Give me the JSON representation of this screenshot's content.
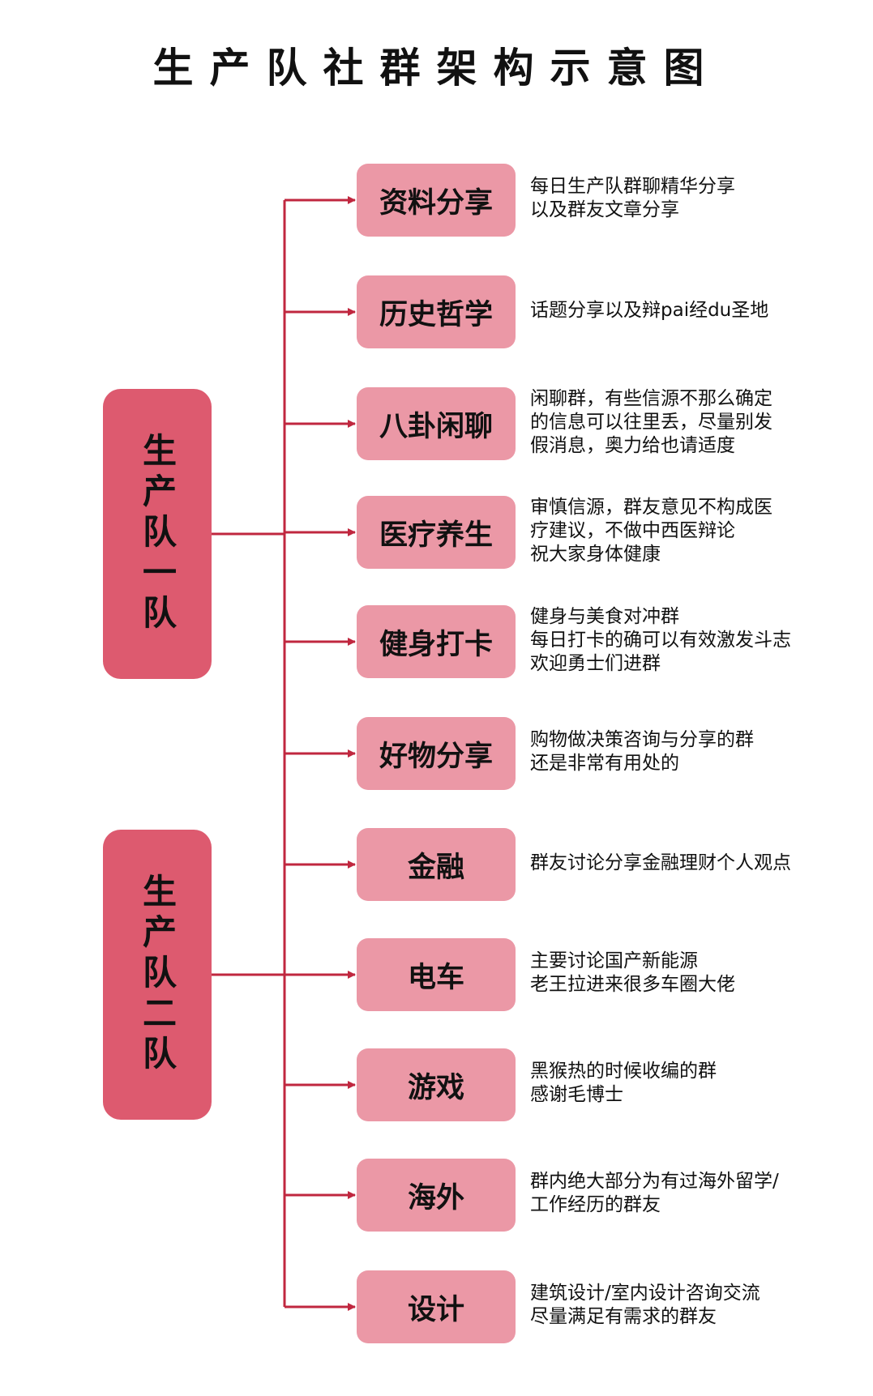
{
  "title": "生产队社群架构示意图",
  "colors": {
    "line": "#c0273f",
    "team_fill": "#dd5a6f",
    "category_fill": "#eb98a6"
  },
  "teams": [
    {
      "label": "生产队一队"
    },
    {
      "label": "生产队二队"
    }
  ],
  "categories": [
    {
      "label": "资料分享",
      "lines": [
        "每日生产队群聊精华分享",
        "以及群友文章分享"
      ]
    },
    {
      "label": "历史哲学",
      "lines": [
        "话题分享以及辩pai经du圣地"
      ]
    },
    {
      "label": "八卦闲聊",
      "lines": [
        "闲聊群，有些信源不那么确定",
        "的信息可以往里丢，尽量别发",
        "假消息，奥力给也请适度"
      ]
    },
    {
      "label": "医疗养生",
      "lines": [
        "审慎信源，群友意见不构成医",
        "疗建议，不做中西医辩论",
        "祝大家身体健康"
      ]
    },
    {
      "label": "健身打卡",
      "lines": [
        "健身与美食对冲群",
        "每日打卡的确可以有效激发斗志",
        "欢迎勇士们进群"
      ]
    },
    {
      "label": "好物分享",
      "lines": [
        "购物做决策咨询与分享的群",
        "还是非常有用处的"
      ]
    },
    {
      "label": "金融",
      "lines": [
        "群友讨论分享金融理财个人观点"
      ]
    },
    {
      "label": "电车",
      "lines": [
        "主要讨论国产新能源",
        "老王拉进来很多车圈大佬"
      ]
    },
    {
      "label": "游戏",
      "lines": [
        "黑猴热的时候收编的群",
        "感谢毛博士"
      ]
    },
    {
      "label": "海外",
      "lines": [
        "群内绝大部分为有过海外留学/",
        "工作经历的群友"
      ]
    },
    {
      "label": "设计",
      "lines": [
        "建筑设计/室内设计咨询交流",
        "尽量满足有需求的群友"
      ]
    }
  ]
}
